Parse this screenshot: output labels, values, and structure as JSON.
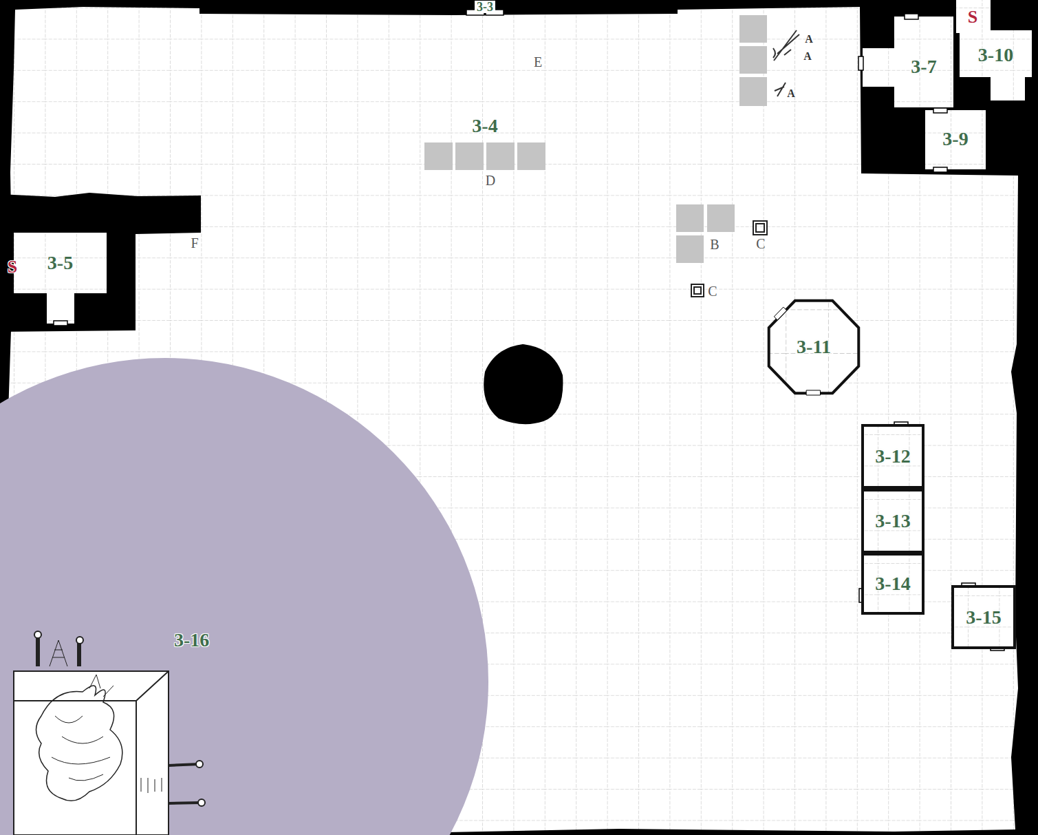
{
  "diagram": {
    "nodes": [
      {
        "text": [
          "3-5"
        ]
      },
      {
        "text": [
          "3-7"
        ]
      },
      {
        "text": [
          "3-10"
        ]
      },
      {
        "text": [
          "3-9"
        ]
      },
      {
        "text": [
          "3-11"
        ]
      },
      {
        "text": [
          "3-12"
        ]
      },
      {
        "text": [
          "3-13"
        ]
      },
      {
        "text": [
          "3-14"
        ]
      },
      {
        "text": [
          "3-15"
        ]
      },
      {
        "text": [
          "3-16"
        ]
      }
    ],
    "labels": [
      "3-3",
      "3-4",
      "S",
      "S",
      "E",
      "D",
      "F",
      "B",
      "C",
      "C",
      "A",
      "A",
      "A"
    ]
  }
}
